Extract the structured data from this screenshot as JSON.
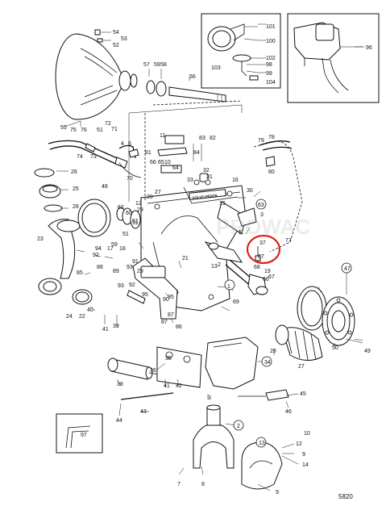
{
  "drawing_number": "5820",
  "plate_text": "VOLVO PENTA",
  "watermark": "PROWAC",
  "highlight_color": "#e0201a",
  "highlighted_part": "37",
  "callouts": {
    "c1": "1",
    "c2": "2",
    "c3": "3",
    "c4": "4",
    "c5": "5",
    "c6": "6",
    "c7": "7",
    "c8": "8",
    "c9": "9",
    "c10": "10",
    "c11": "11",
    "c12": "12",
    "c13": "13",
    "c14": "14",
    "c15": "15",
    "c16": "16",
    "c17": "17",
    "c18": "18",
    "c19": "19",
    "c20": "20",
    "c21": "21",
    "c22": "22",
    "c23": "23",
    "c24": "24",
    "c25": "25",
    "c26": "26",
    "c27": "27",
    "c28": "28",
    "c29": "29",
    "c30": "30",
    "c31": "31",
    "c32": "32",
    "c33": "33",
    "c34": "34",
    "c35": "35",
    "c36": "36",
    "c37": "37",
    "c38": "38",
    "c39": "39",
    "c40": "40",
    "c41": "41",
    "c42": "42",
    "c43": "43",
    "c44": "44",
    "c45": "45",
    "c46": "46",
    "c47": "47",
    "c48": "48",
    "c49": "49",
    "c50": "50",
    "c51": "51",
    "c52": "52",
    "c53": "53",
    "c54": "54",
    "c55": "55",
    "c56": "56",
    "c57": "57",
    "c58": "58",
    "c59": "59",
    "c60": "60",
    "c61": "61",
    "c62": "62",
    "c63": "63",
    "c64": "64",
    "c65": "65",
    "c66": "66",
    "c67": "67",
    "c68": "68",
    "c69": "69",
    "c70": "70",
    "c71": "71",
    "c72": "72",
    "c73": "73",
    "c74": "74",
    "c75": "75",
    "c76": "76",
    "c77": "77",
    "c78": "78",
    "c79": "79",
    "c80": "80",
    "c81": "81",
    "c82": "82",
    "c83": "83",
    "c84": "84",
    "c85": "85",
    "c86": "86",
    "c87": "87",
    "c88": "88",
    "c89": "89",
    "c90": "90",
    "c91": "91",
    "c92": "92",
    "c93": "93",
    "c94": "94",
    "c95": "95",
    "c96": "96",
    "c97": "97",
    "c98": "98",
    "c99": "99",
    "c100": "100",
    "c101": "101",
    "c102": "102",
    "c103": "103",
    "c104": "104",
    "c2b": "2",
    "c13b": "13",
    "c27b": "27",
    "c29b": "29",
    "c41b": "41",
    "c51b": "51",
    "c51c": "51",
    "c87b": "87",
    "c87c": "87",
    "c92b": "92",
    "c93b": "93",
    "c95b": "95"
  }
}
